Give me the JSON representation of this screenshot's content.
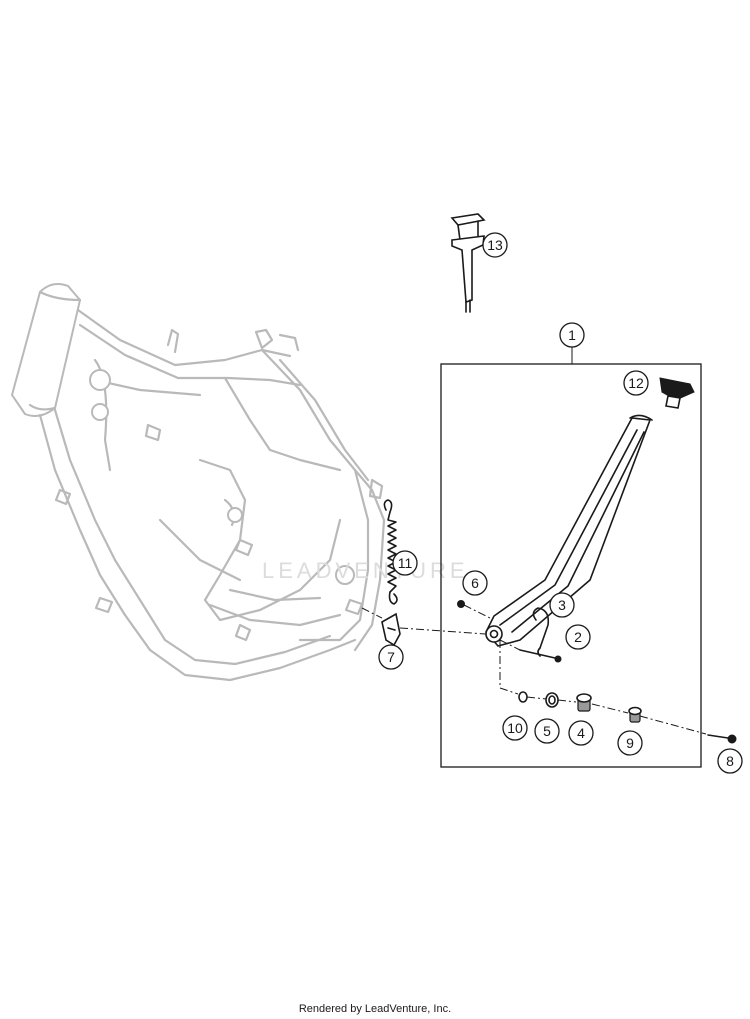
{
  "diagram": {
    "watermark": "LEADVENTURE",
    "callouts": [
      {
        "id": "1",
        "label": "1"
      },
      {
        "id": "2",
        "label": "2"
      },
      {
        "id": "3",
        "label": "3"
      },
      {
        "id": "4",
        "label": "4"
      },
      {
        "id": "5",
        "label": "5"
      },
      {
        "id": "6",
        "label": "6"
      },
      {
        "id": "7",
        "label": "7"
      },
      {
        "id": "8",
        "label": "8"
      },
      {
        "id": "9",
        "label": "9"
      },
      {
        "id": "10",
        "label": "10"
      },
      {
        "id": "11",
        "label": "11"
      },
      {
        "id": "12",
        "label": "12"
      },
      {
        "id": "13",
        "label": "13"
      }
    ]
  },
  "footer": {
    "text": "Rendered by LeadVenture, Inc."
  }
}
